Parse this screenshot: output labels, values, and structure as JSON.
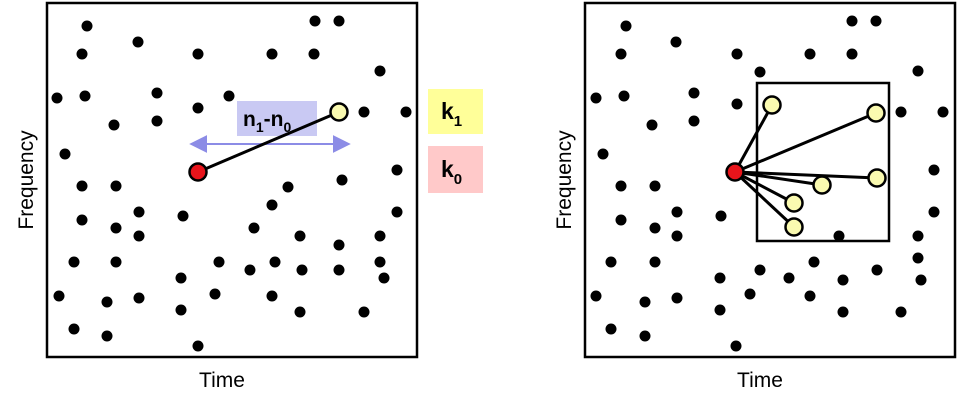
{
  "colors": {
    "frame": "#000000",
    "dot": "#000000",
    "query_point": "#e8141b",
    "matched_point": "#fafab0",
    "delta_box": "#c9c9f3",
    "delta_arrow": "#8c8ce6",
    "k1_box": "#ffff99",
    "k0_box": "#ffc9c9"
  },
  "left_panel": {
    "xlabel": "Time",
    "ylabel": "Frequency",
    "delta_label": {
      "main": "n",
      "sub1": "1",
      "dash": "-n",
      "sub0": "0"
    }
  },
  "legend": {
    "k1": {
      "main": "k",
      "sub": "1"
    },
    "k0": {
      "main": "k",
      "sub": "0"
    }
  },
  "right_panel": {
    "xlabel": "Time",
    "ylabel": "Frequency"
  }
}
